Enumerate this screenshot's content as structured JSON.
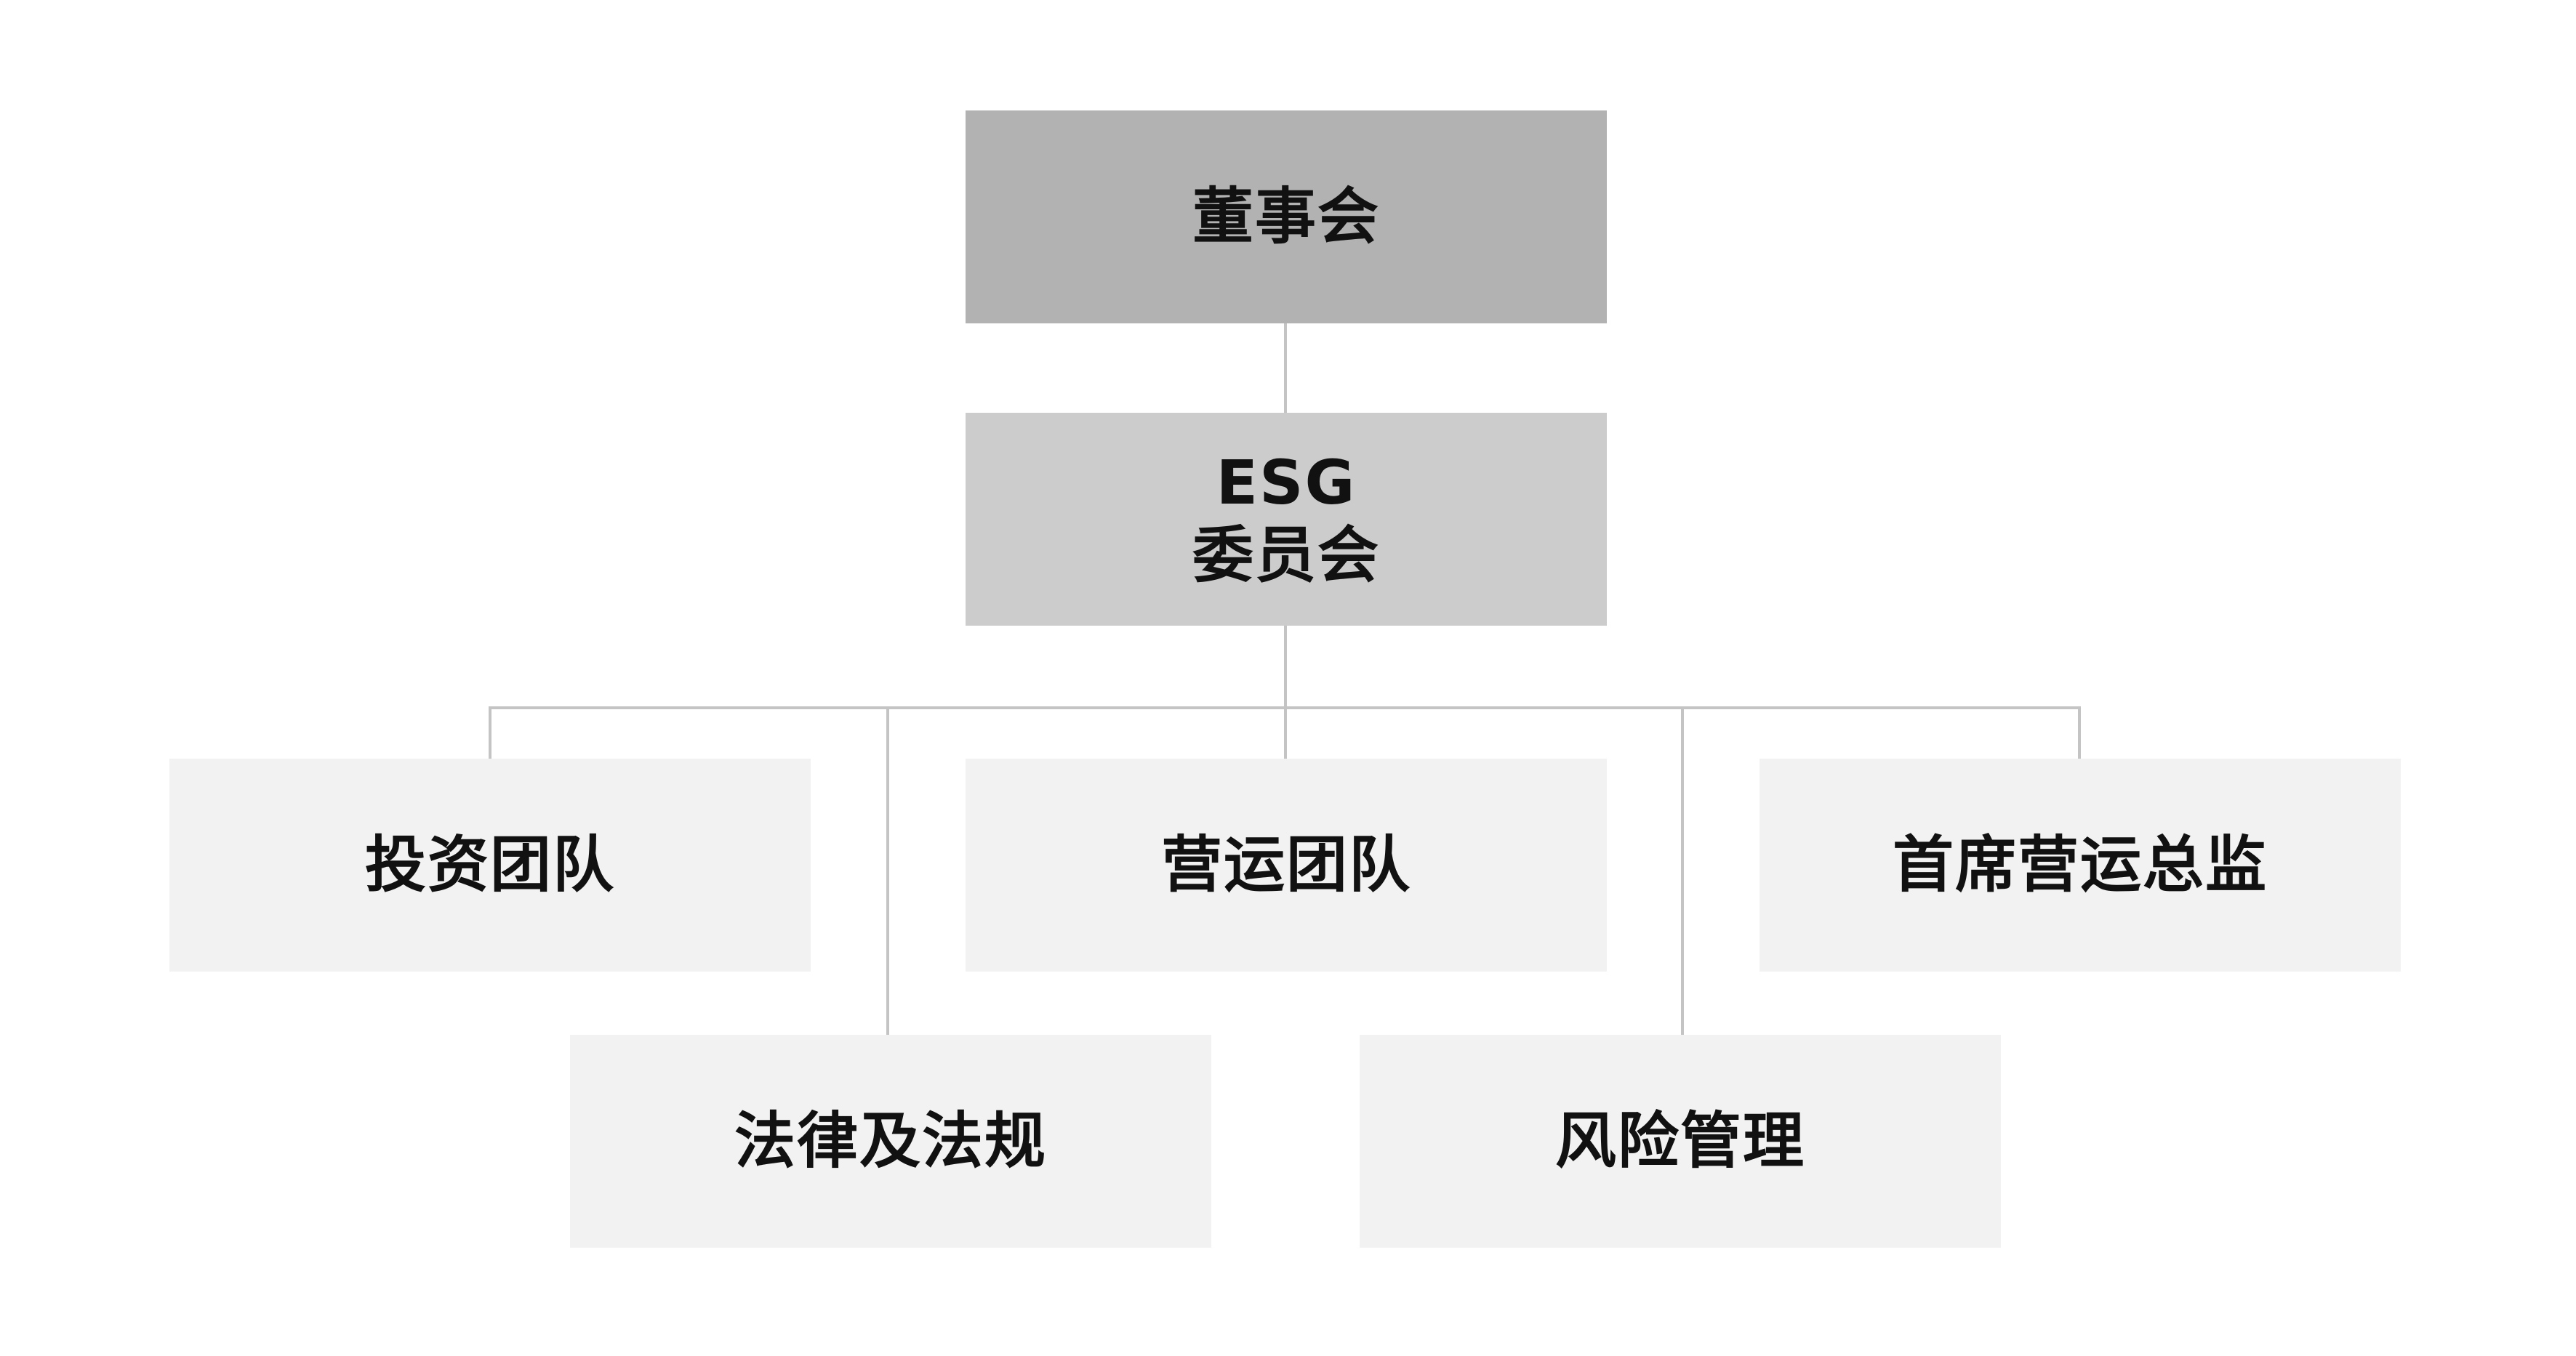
{
  "diagram": {
    "board": {
      "label": "董事会"
    },
    "esg_committee": {
      "line1": "ESG",
      "line2": "委员会"
    },
    "teams": {
      "investment": "投资团队",
      "operations": "营运团队",
      "coo": "首席营运总监",
      "legal": "法律及法规",
      "risk": "风险管理"
    }
  },
  "colors": {
    "board_fill": "#b2b2b2",
    "committee_fill": "#cccccc",
    "team_fill": "#f2f2f2",
    "connector": "#c4c4c4",
    "text": "#111111"
  }
}
